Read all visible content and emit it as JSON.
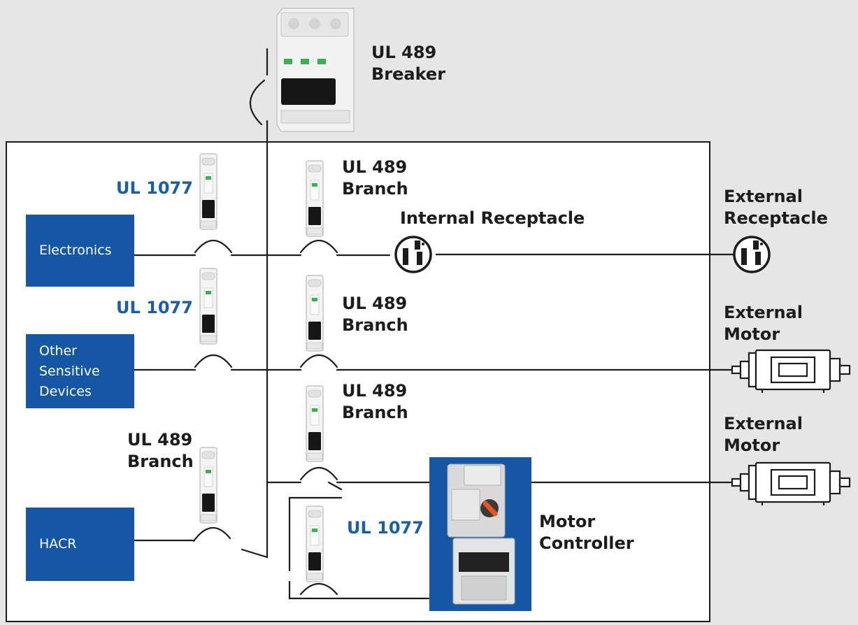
{
  "labels": {
    "main_breaker_line1": "UL 489",
    "main_breaker_line2": "Breaker",
    "ul1077_a": "UL 1077",
    "ul1077_b": "UL 1077",
    "ul1077_c": "UL 1077",
    "branch1_line1": "UL 489",
    "branch1_line2": "Branch",
    "branch2_line1": "UL 489",
    "branch2_line2": "Branch",
    "branch3_line1": "UL 489",
    "branch3_line2": "Branch",
    "hacr_branch_line1": "UL 489",
    "hacr_branch_line2": "Branch",
    "internal_receptacle": "Internal Receptacle",
    "external_receptacle_line1": "External",
    "external_receptacle_line2": "Receptacle",
    "external_motor1_line1": "External",
    "external_motor1_line2": "Motor",
    "external_motor2_line1": "External",
    "external_motor2_line2": "Motor",
    "motor_controller_line1": "Motor",
    "motor_controller_line2": "Controller"
  },
  "boxes": {
    "electronics": "Electronics",
    "sensitive_line1": "Other",
    "sensitive_line2": "Sensitive",
    "sensitive_line3": "Devices",
    "hacr": "HACR"
  },
  "colors": {
    "background": "#e6e6e6",
    "panel": "#ffffff",
    "box_blue": "#1557a5",
    "label_blue": "#1a5ea8",
    "wire": "#1c1c1c"
  },
  "icons": [
    "breaker-3pole-icon",
    "breaker-1pole-icon",
    "receptacle-icon",
    "motor-icon",
    "motor-controller-icon",
    "switch-arc-icon"
  ]
}
